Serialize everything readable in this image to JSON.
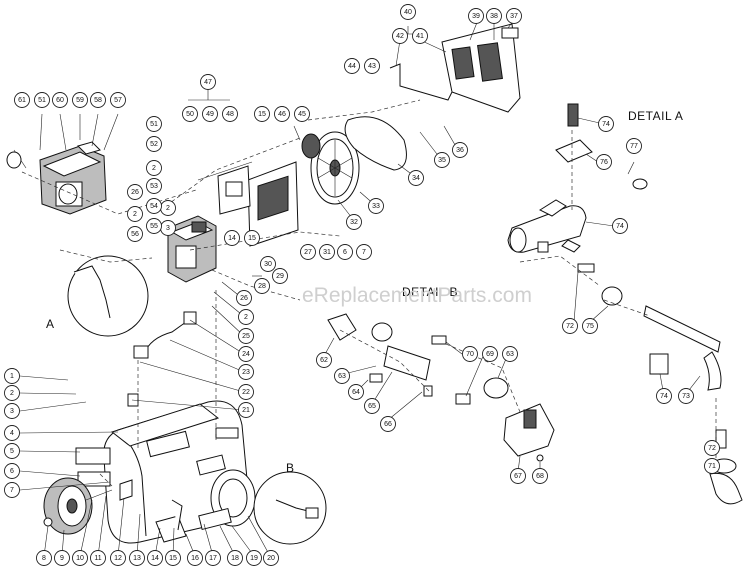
{
  "diagram": {
    "watermark": "eReplacementParts.com",
    "detail_a_label": "DETAIL  A",
    "detail_b_label": "DETAIL  B",
    "ref_a": "A",
    "ref_b": "B",
    "callouts": [
      {
        "id": "c1",
        "n": "1"
      },
      {
        "id": "c2",
        "n": "2"
      },
      {
        "id": "c3",
        "n": "3"
      },
      {
        "id": "c4",
        "n": "4"
      },
      {
        "id": "c5",
        "n": "5"
      },
      {
        "id": "c6",
        "n": "6"
      },
      {
        "id": "c7",
        "n": "7"
      },
      {
        "id": "c8",
        "n": "8"
      },
      {
        "id": "c9",
        "n": "9"
      },
      {
        "id": "c10",
        "n": "10"
      },
      {
        "id": "c11",
        "n": "11"
      },
      {
        "id": "c12",
        "n": "12"
      },
      {
        "id": "c13",
        "n": "13"
      },
      {
        "id": "c14",
        "n": "14"
      },
      {
        "id": "c15",
        "n": "15"
      },
      {
        "id": "c16",
        "n": "16"
      },
      {
        "id": "c17",
        "n": "17"
      },
      {
        "id": "c18",
        "n": "18"
      },
      {
        "id": "c19",
        "n": "19"
      },
      {
        "id": "c20",
        "n": "20"
      },
      {
        "id": "c21",
        "n": "21"
      },
      {
        "id": "c22",
        "n": "22"
      },
      {
        "id": "c23",
        "n": "23"
      },
      {
        "id": "c24",
        "n": "24"
      },
      {
        "id": "c25",
        "n": "25"
      },
      {
        "id": "c2b",
        "n": "2"
      },
      {
        "id": "c26",
        "n": "26"
      },
      {
        "id": "c28",
        "n": "28"
      },
      {
        "id": "c29",
        "n": "29"
      },
      {
        "id": "c30",
        "n": "30"
      },
      {
        "id": "c26b",
        "n": "26"
      },
      {
        "id": "c2c",
        "n": "2"
      },
      {
        "id": "c56",
        "n": "56"
      },
      {
        "id": "c2d",
        "n": "2"
      },
      {
        "id": "c3b",
        "n": "3"
      },
      {
        "id": "c51",
        "n": "51"
      },
      {
        "id": "c52",
        "n": "52"
      },
      {
        "id": "c2e",
        "n": "2"
      },
      {
        "id": "c53",
        "n": "53"
      },
      {
        "id": "c54",
        "n": "54"
      },
      {
        "id": "c55",
        "n": "55"
      },
      {
        "id": "c14b",
        "n": "14"
      },
      {
        "id": "c15b",
        "n": "15"
      },
      {
        "id": "c27",
        "n": "27"
      },
      {
        "id": "c31",
        "n": "31"
      },
      {
        "id": "c6b",
        "n": "6"
      },
      {
        "id": "c7b",
        "n": "7"
      },
      {
        "id": "c61",
        "n": "61"
      },
      {
        "id": "c51b",
        "n": "51"
      },
      {
        "id": "c60",
        "n": "60"
      },
      {
        "id": "c59",
        "n": "59"
      },
      {
        "id": "c58",
        "n": "58"
      },
      {
        "id": "c57",
        "n": "57"
      },
      {
        "id": "c47",
        "n": "47"
      },
      {
        "id": "c50",
        "n": "50"
      },
      {
        "id": "c49",
        "n": "49"
      },
      {
        "id": "c48",
        "n": "48"
      },
      {
        "id": "c15c",
        "n": "15"
      },
      {
        "id": "c46",
        "n": "46"
      },
      {
        "id": "c45",
        "n": "45"
      },
      {
        "id": "c44",
        "n": "44"
      },
      {
        "id": "c43",
        "n": "43"
      },
      {
        "id": "c40",
        "n": "40"
      },
      {
        "id": "c42",
        "n": "42"
      },
      {
        "id": "c41",
        "n": "41"
      },
      {
        "id": "c39",
        "n": "39"
      },
      {
        "id": "c38",
        "n": "38"
      },
      {
        "id": "c37",
        "n": "37"
      },
      {
        "id": "c32",
        "n": "32"
      },
      {
        "id": "c33",
        "n": "33"
      },
      {
        "id": "c34",
        "n": "34"
      },
      {
        "id": "c35",
        "n": "35"
      },
      {
        "id": "c36",
        "n": "36"
      },
      {
        "id": "c74a",
        "n": "74"
      },
      {
        "id": "c77",
        "n": "77"
      },
      {
        "id": "c76",
        "n": "76"
      },
      {
        "id": "c74b",
        "n": "74"
      },
      {
        "id": "c72a",
        "n": "72"
      },
      {
        "id": "c75",
        "n": "75"
      },
      {
        "id": "c62",
        "n": "62"
      },
      {
        "id": "c63a",
        "n": "63"
      },
      {
        "id": "c64",
        "n": "64"
      },
      {
        "id": "c65",
        "n": "65"
      },
      {
        "id": "c66",
        "n": "66"
      },
      {
        "id": "c70",
        "n": "70"
      },
      {
        "id": "c69",
        "n": "69"
      },
      {
        "id": "c63b",
        "n": "63"
      },
      {
        "id": "c67",
        "n": "67"
      },
      {
        "id": "c68",
        "n": "68"
      },
      {
        "id": "c74c",
        "n": "74"
      },
      {
        "id": "c73",
        "n": "73"
      },
      {
        "id": "c72b",
        "n": "72"
      },
      {
        "id": "c71",
        "n": "71"
      }
    ]
  }
}
